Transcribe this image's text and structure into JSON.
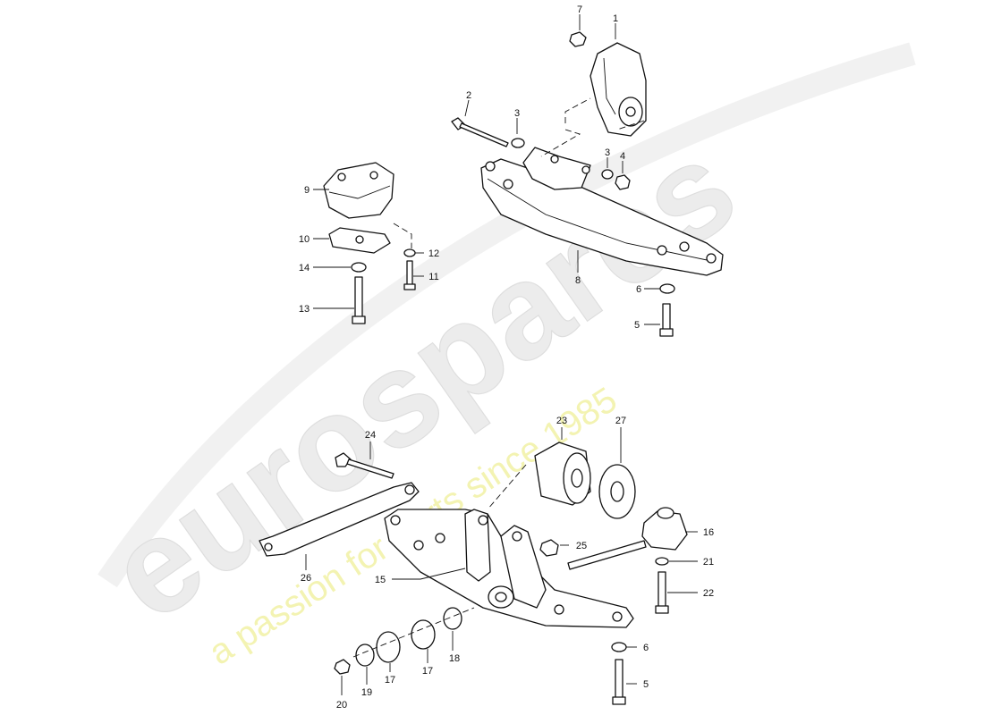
{
  "watermark": {
    "brand": "eurospares",
    "tagline": "a passion for parts since 1985"
  },
  "callouts": [
    "1",
    "2",
    "3",
    "3",
    "4",
    "5",
    "5",
    "6",
    "6",
    "7",
    "8",
    "9",
    "10",
    "11",
    "12",
    "13",
    "14",
    "15",
    "16",
    "17",
    "17",
    "18",
    "19",
    "20",
    "21",
    "22",
    "23",
    "24",
    "25",
    "26",
    "27"
  ]
}
